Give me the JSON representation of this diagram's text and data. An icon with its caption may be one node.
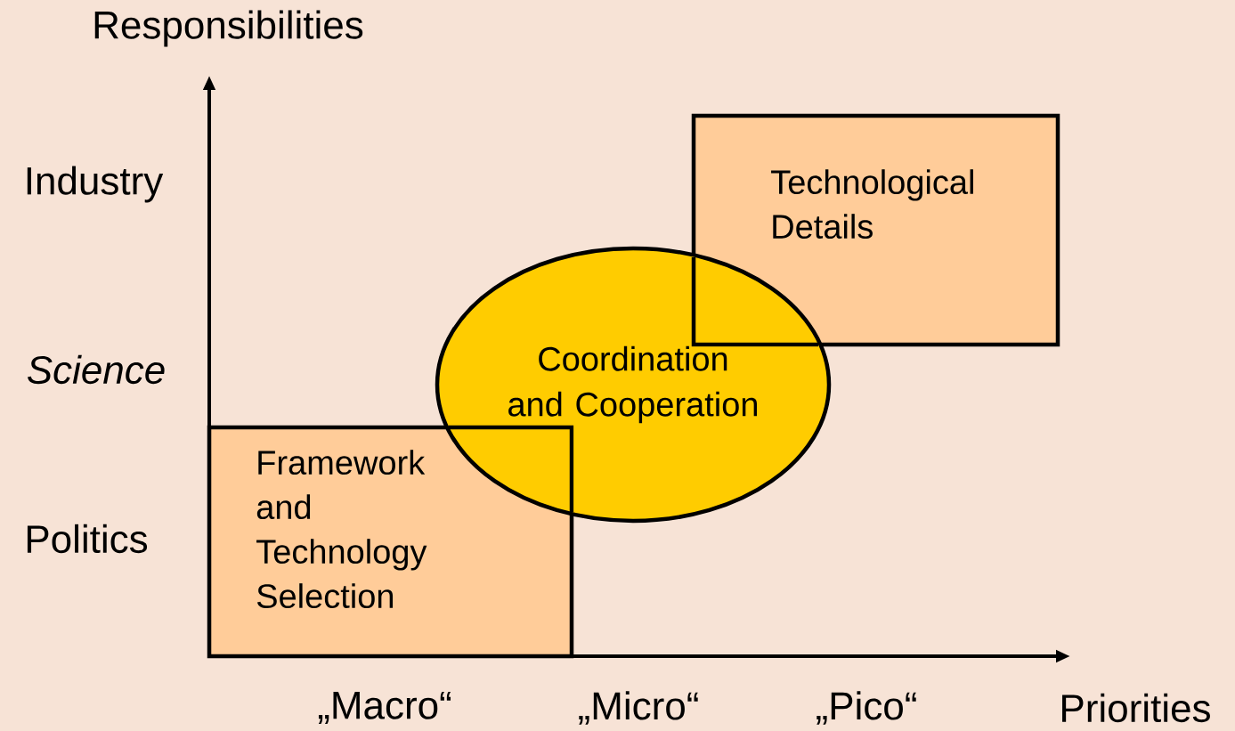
{
  "diagram": {
    "nodes": [
      {
        "text": [
          "Technological Details"
        ]
      },
      {
        "text": [
          "Coordination and Cooperation"
        ]
      },
      {
        "text": [
          "Framework and Technology Selection"
        ]
      }
    ],
    "labels": [
      "Responsibilities",
      "Industry",
      "Science",
      "Politics",
      "„Macro“",
      "„Micro“",
      "„Pico“",
      "Priorities"
    ]
  }
}
